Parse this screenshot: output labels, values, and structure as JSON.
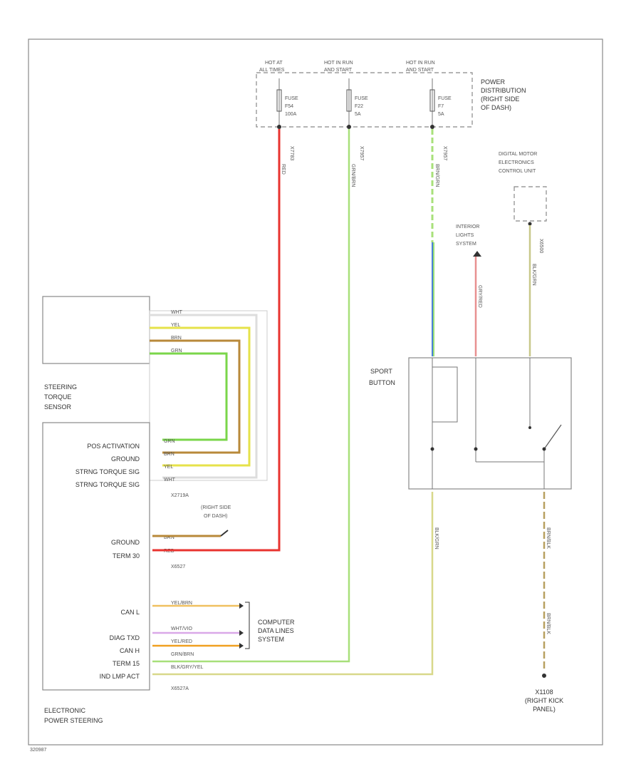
{
  "power_dist": {
    "hot1": [
      "HOT AT",
      "ALL TIMES"
    ],
    "hot2": [
      "HOT IN RUN",
      "AND START"
    ],
    "hot3": [
      "HOT IN RUN",
      "AND START"
    ],
    "name": [
      "POWER",
      "DISTRIBUTION",
      "(RIGHT SIDE",
      "OF DASH)"
    ],
    "fuse1": [
      "FUSE",
      "F54",
      "100A"
    ],
    "fuse2": [
      "FUSE",
      "F22",
      "5A"
    ],
    "fuse3": [
      "FUSE",
      "F7",
      "5A"
    ],
    "conn1": "X7783",
    "conn2": "X7957",
    "conn3": "X7957"
  },
  "dme": {
    "name": [
      "DIGITAL MOTOR",
      "ELECTRONICS",
      "CONTROL UNIT"
    ],
    "conn": "X6500"
  },
  "interior_lights": [
    "INTERIOR",
    "LIGHTS",
    "SYSTEM"
  ],
  "sensor": {
    "name": [
      "STEERING",
      "TORQUE",
      "SENSOR"
    ]
  },
  "eps": {
    "pins_top": [
      "POS ACTIVATION",
      "GROUND",
      "STRNG TORQUE SIG",
      "STRNG TORQUE SIG"
    ],
    "pins_mid": [
      "GROUND",
      "TERM 30"
    ],
    "pins_bot": [
      "CAN L",
      "",
      "DIAG TXD",
      "CAN H",
      "TERM 15",
      "IND LMP ACT"
    ],
    "conn_top": "X2719A",
    "conn_mid": "X6527",
    "conn_bot": "X6527A",
    "name": [
      "ELECTRONIC",
      "POWER STEERING"
    ]
  },
  "sport_button": {
    "name": [
      "SPORT",
      "BUTTON"
    ]
  },
  "ground_label": [
    "(RIGHT SIDE",
    "OF DASH)"
  ],
  "computer_lines": [
    "COMPUTER",
    "DATA LINES",
    "SYSTEM"
  ],
  "bottom_ground": [
    "X1108",
    "(RIGHT KICK",
    "PANEL)"
  ],
  "wires": {
    "sensor": [
      "WHT",
      "YEL",
      "BRN",
      "GRN"
    ],
    "red": "RED",
    "grn_brn": "GRN/BRN",
    "mid": "BRN/GRN",
    "int": "GRY/RED",
    "dme": "BLK/GRN",
    "sport_out_l": "BLK/GRN",
    "sport_out_r": "BRN/BLK",
    "gnd_right": "BRN/BLK",
    "eps_top": [
      "GRN",
      "BRN",
      "YEL",
      "WHT"
    ],
    "eps_mid": [
      "BRN",
      "RED"
    ],
    "eps_bot": [
      "YEL/BRN",
      "",
      "WHT/VIO",
      "YEL/RED",
      "GRN/BRN",
      "BLK/GRY/YEL"
    ]
  },
  "footer_code": "320987",
  "colors": {
    "red": "#e8332f",
    "green": "#7ad64a",
    "yellow": "#e6e24a",
    "brown": "#b8893a",
    "blue": "#4a7fd6",
    "violet": "#c77fd6",
    "orange": "#f0a020"
  }
}
